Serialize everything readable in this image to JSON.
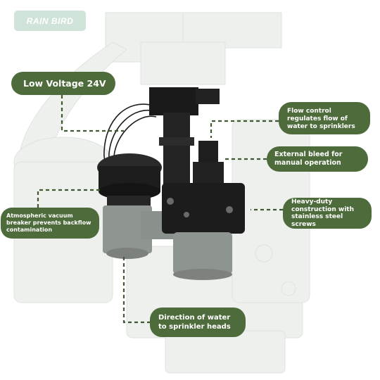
{
  "brand": {
    "logo_text": "RAIN BIRD"
  },
  "callouts": {
    "low_voltage": "Low Voltage 24V",
    "flow_control": "Flow control regulates flow of water to sprinklers",
    "external_bleed": "External bleed for manual operation",
    "heavy_duty": "Heavy-duty construction with stainless steel screws",
    "vacuum_breaker": "Atmospheric vacuum breaker prevents backflow contamination",
    "water_direction": "Direction of water to sprinkler heads"
  },
  "colors": {
    "callout_bg": "#4e6b3c",
    "callout_text": "#ffffff",
    "logo_bg": "#cfe3d9",
    "valve_black": "#1e1e1e",
    "valve_gray": "#8e948f"
  }
}
